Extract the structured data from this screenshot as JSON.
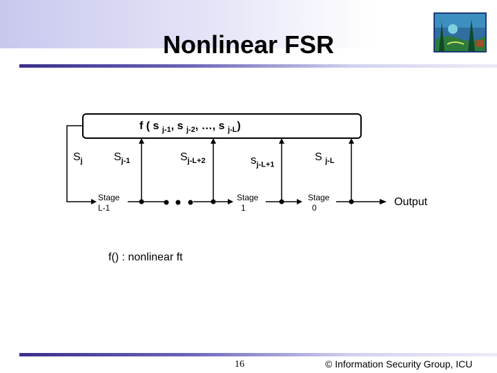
{
  "slide": {
    "title": "Nonlinear FSR",
    "page_number": "16",
    "footer": "© Information Security Group, ICU"
  },
  "diagram": {
    "function_label": {
      "prefix": "f ( s ",
      "sub1": "j-1",
      "mid1": ", s ",
      "sub2": "j-2",
      "mid2": ", …, s ",
      "sub3": "j-L",
      "suffix": ")"
    },
    "signals": {
      "s_j": {
        "base": "S",
        "sub": "j"
      },
      "s_j_1": {
        "base": "S",
        "sub": "j-1"
      },
      "s_j_L_2": {
        "base": "S",
        "sub": "j-L+2"
      },
      "s_j_L_1": {
        "base": "s",
        "sub": "j-L+1"
      },
      "s_j_L": {
        "base": "S ",
        "sub": "j-L"
      }
    },
    "stages": {
      "stage_L_1": {
        "line1": "Stage",
        "line2": "L-1"
      },
      "stage_1": {
        "line1": "Stage",
        "line2": "1"
      },
      "stage_0": {
        "line1": "Stage",
        "line2": "0"
      }
    },
    "output_label": "Output",
    "note": "f() : nonlinear ft"
  },
  "colors": {
    "accent": "#3a2f8c",
    "divider_dark": "#3a2f8c",
    "divider_light": "#d2d2ef"
  }
}
